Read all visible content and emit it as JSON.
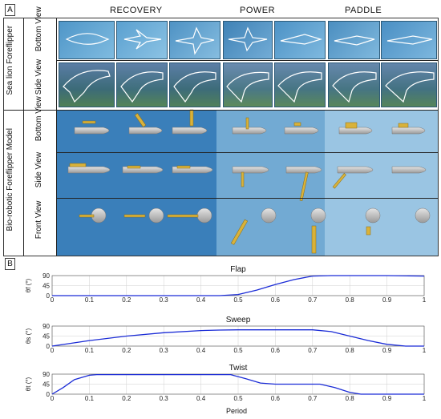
{
  "panel_a": {
    "label": "A",
    "columns": [
      "RECOVERY",
      "POWER",
      "PADDLE"
    ],
    "group_labels": {
      "sea_lion": "Sea lion Foreflipper",
      "biorobotic": "Bio-robotic Foreflipper Model"
    },
    "row_labels": {
      "bottom1": "Bottom View",
      "side1": "Side View",
      "bottom2": "Bottom View",
      "side2": "Side View",
      "front": "Front View"
    }
  },
  "panel_b": {
    "label": "B",
    "xlabel": "Period"
  },
  "chart_data": [
    {
      "type": "line",
      "title": "Flap",
      "ylabel": "θf (°)",
      "xlim": [
        0,
        1
      ],
      "ylim": [
        0,
        90
      ],
      "xticks": [
        0,
        0.1,
        0.2,
        0.3,
        0.4,
        0.5,
        0.6,
        0.7,
        0.8,
        0.9,
        1
      ],
      "yticks": [
        0,
        45,
        90
      ],
      "x": [
        0,
        0.1,
        0.2,
        0.3,
        0.4,
        0.45,
        0.5,
        0.55,
        0.6,
        0.65,
        0.7,
        0.75,
        0.8,
        0.9,
        1
      ],
      "y": [
        0,
        0,
        0,
        0,
        0,
        0,
        5,
        25,
        50,
        72,
        88,
        90,
        90,
        90,
        88
      ]
    },
    {
      "type": "line",
      "title": "Sweep",
      "ylabel": "θs (°)",
      "xlim": [
        0,
        1
      ],
      "ylim": [
        0,
        90
      ],
      "xticks": [
        0,
        0.1,
        0.2,
        0.3,
        0.4,
        0.5,
        0.6,
        0.7,
        0.8,
        0.9,
        1
      ],
      "yticks": [
        0,
        45,
        90
      ],
      "x": [
        0,
        0.1,
        0.2,
        0.3,
        0.4,
        0.45,
        0.5,
        0.6,
        0.7,
        0.75,
        0.8,
        0.85,
        0.9,
        0.95,
        1
      ],
      "y": [
        0,
        25,
        45,
        60,
        70,
        72,
        73,
        73,
        73,
        65,
        45,
        25,
        8,
        0,
        0
      ]
    },
    {
      "type": "line",
      "title": "Twist",
      "ylabel": "θt (°)",
      "xlim": [
        0,
        1
      ],
      "ylim": [
        0,
        90
      ],
      "xticks": [
        0,
        0.1,
        0.2,
        0.3,
        0.4,
        0.5,
        0.6,
        0.7,
        0.8,
        0.9,
        1
      ],
      "yticks": [
        0,
        45,
        90
      ],
      "x": [
        0,
        0.03,
        0.06,
        0.1,
        0.12,
        0.2,
        0.3,
        0.4,
        0.48,
        0.52,
        0.56,
        0.6,
        0.7,
        0.72,
        0.76,
        0.8,
        0.83,
        0.9,
        1
      ],
      "y": [
        0,
        30,
        65,
        85,
        88,
        88,
        88,
        88,
        88,
        70,
        50,
        45,
        45,
        45,
        30,
        8,
        0,
        0,
        0
      ]
    }
  ],
  "colors": {
    "line": "#1a2bd6",
    "grid": "#cfcfcf",
    "recovery_bg": "#3a7fba",
    "power_bg": "#72aad3",
    "paddle_bg": "#9ac5e3"
  }
}
